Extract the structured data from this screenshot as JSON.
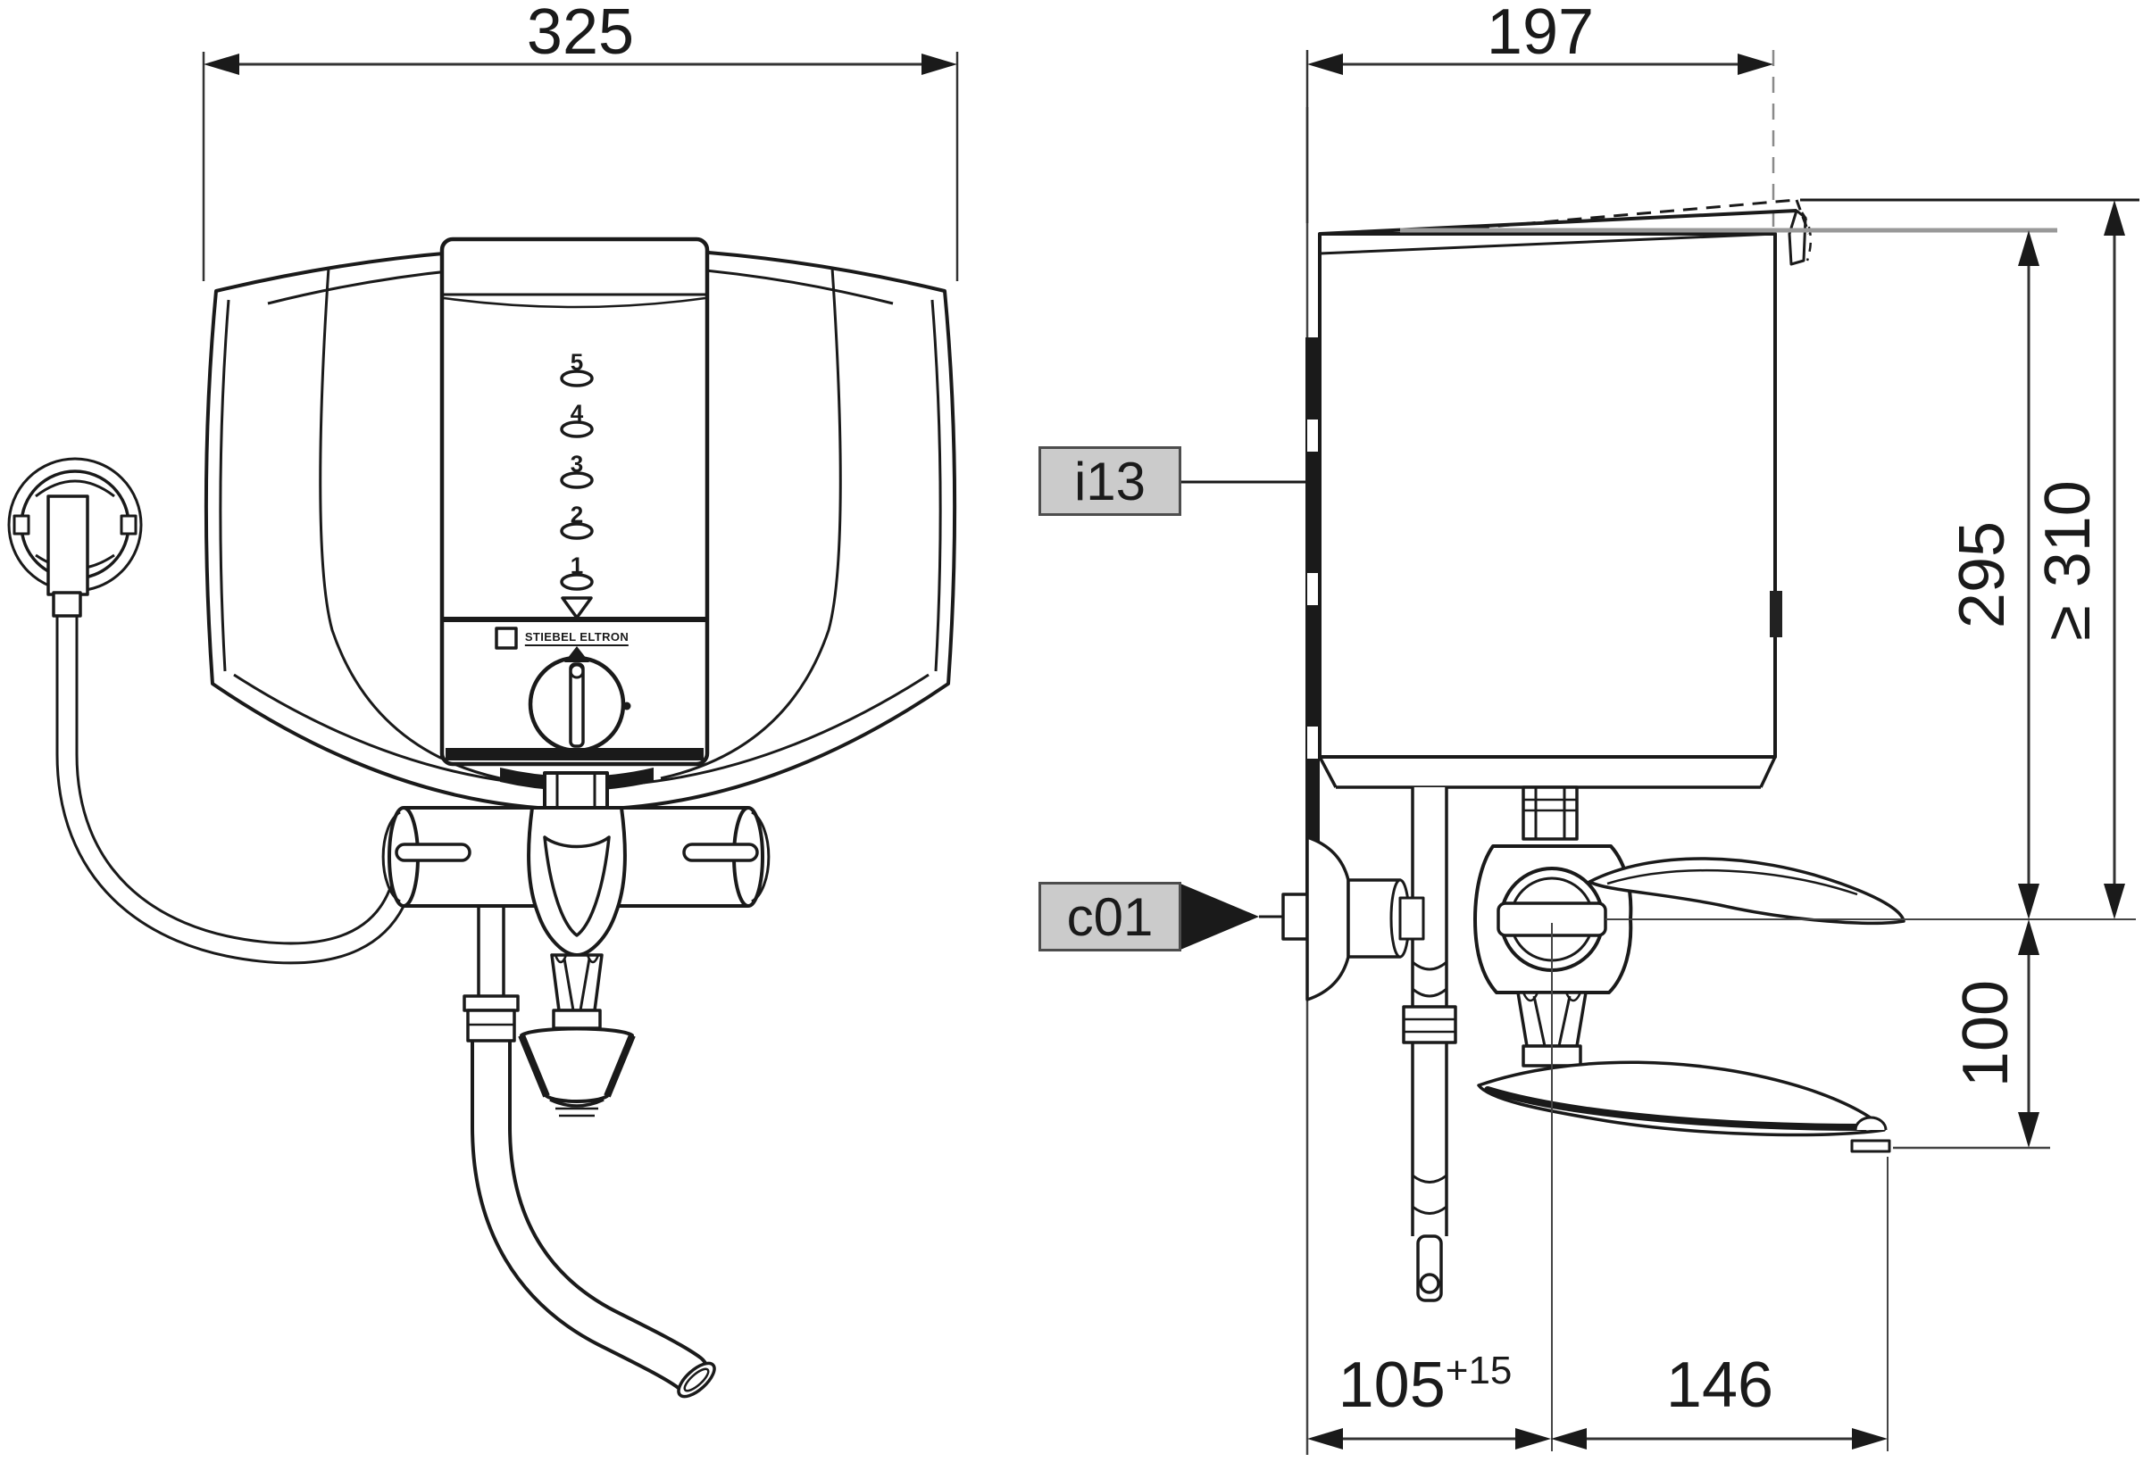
{
  "front_view": {
    "width_dim": "325",
    "panel": {
      "brand": "STIEBEL ELTRON",
      "scale_marks": [
        "5",
        "4",
        "3",
        "2",
        "1"
      ]
    }
  },
  "side_view": {
    "depth_dim": "197",
    "height_to_top_dim": "295",
    "min_clearance_dim": "≥ 310",
    "outlet_drop_dim": "100",
    "wall_distance_dim": "105",
    "wall_distance_tol": "+15",
    "spout_reach_dim": "146",
    "callouts": {
      "wall_bracket": "i13",
      "water_connection": "c01"
    }
  },
  "colors": {
    "line": "#1a1a1a",
    "dim_line": "#333333",
    "gray_ref": "#999999",
    "label_bg": "#cbcbcb",
    "label_border": "#4d4d4d"
  }
}
